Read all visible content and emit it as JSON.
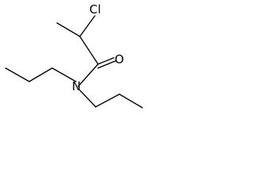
{
  "molecule": {
    "atoms": {
      "chlorine": "Cl",
      "oxygen": "O",
      "nitrogen": "N"
    },
    "colors": {
      "background": "#ffffff",
      "ink": "#000000"
    }
  }
}
